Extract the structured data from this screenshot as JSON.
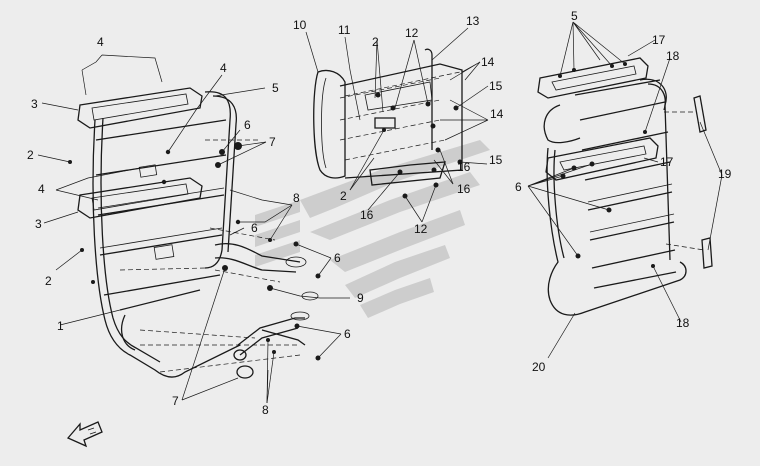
{
  "callouts": [
    {
      "id": "c1",
      "text": "1"
    },
    {
      "id": "c2a",
      "text": "2"
    },
    {
      "id": "c2b",
      "text": "2"
    },
    {
      "id": "c2c",
      "text": "2"
    },
    {
      "id": "c2d",
      "text": "2"
    },
    {
      "id": "c3a",
      "text": "3"
    },
    {
      "id": "c3b",
      "text": "3"
    },
    {
      "id": "c4a",
      "text": "4"
    },
    {
      "id": "c4b",
      "text": "4"
    },
    {
      "id": "c4c",
      "text": "4"
    },
    {
      "id": "c5a",
      "text": "5"
    },
    {
      "id": "c5b",
      "text": "5"
    },
    {
      "id": "c6a",
      "text": "6"
    },
    {
      "id": "c6b",
      "text": "6"
    },
    {
      "id": "c6c",
      "text": "6"
    },
    {
      "id": "c6d",
      "text": "6"
    },
    {
      "id": "c6e",
      "text": "6"
    },
    {
      "id": "c7a",
      "text": "7"
    },
    {
      "id": "c7b",
      "text": "7"
    },
    {
      "id": "c8a",
      "text": "8"
    },
    {
      "id": "c8b",
      "text": "8"
    },
    {
      "id": "c9",
      "text": "9"
    },
    {
      "id": "c10",
      "text": "10"
    },
    {
      "id": "c11",
      "text": "11"
    },
    {
      "id": "c12a",
      "text": "12"
    },
    {
      "id": "c12b",
      "text": "12"
    },
    {
      "id": "c13",
      "text": "13"
    },
    {
      "id": "c14a",
      "text": "14"
    },
    {
      "id": "c14b",
      "text": "14"
    },
    {
      "id": "c15a",
      "text": "15"
    },
    {
      "id": "c15b",
      "text": "15"
    },
    {
      "id": "c16a",
      "text": "16"
    },
    {
      "id": "c16b",
      "text": "16"
    },
    {
      "id": "c16c",
      "text": "16"
    },
    {
      "id": "c17a",
      "text": "17"
    },
    {
      "id": "c17b",
      "text": "17"
    },
    {
      "id": "c18a",
      "text": "18"
    },
    {
      "id": "c18b",
      "text": "18"
    },
    {
      "id": "c19",
      "text": "19"
    },
    {
      "id": "c20",
      "text": "20"
    }
  ],
  "colors": {
    "background": "#ededed",
    "line": "#1a1a1a",
    "watermark": "#c8c8c8"
  },
  "icons": {
    "watermark": "manufacturer-logo-watermark",
    "direction": "front-arrow-icon"
  }
}
